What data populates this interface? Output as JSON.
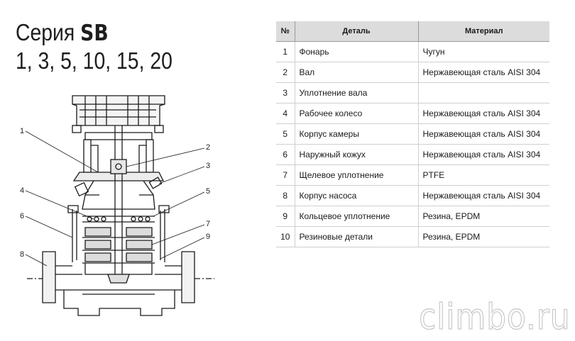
{
  "heading": {
    "series_word": "Серия",
    "series_code": "SB",
    "models": "1, 3, 5, 10, 15, 20"
  },
  "table": {
    "headers": [
      "№",
      "Деталь",
      "Материал"
    ],
    "rows": [
      {
        "num": "1",
        "part": "Фонарь",
        "material": "Чугун"
      },
      {
        "num": "2",
        "part": "Вал",
        "material": "Нержавеющая сталь AISI 304"
      },
      {
        "num": "3",
        "part": "Уплотнение вала",
        "material": ""
      },
      {
        "num": "4",
        "part": "Рабочее колесо",
        "material": "Нержавеющая сталь AISI 304"
      },
      {
        "num": "5",
        "part": "Корпус камеры",
        "material": "Нержавеющая сталь AISI 304"
      },
      {
        "num": "6",
        "part": "Наружный кожух",
        "material": "Нержавеющая сталь AISI 304"
      },
      {
        "num": "7",
        "part": "Щелевое уплотнение",
        "material": "PTFE"
      },
      {
        "num": "8",
        "part": "Корпус насоса",
        "material": "Нержавеющая сталь AISI 304"
      },
      {
        "num": "9",
        "part": "Кольцевое уплотнение",
        "material": "Резина, EPDM"
      },
      {
        "num": "10",
        "part": "Резиновые детали",
        "material": "Резина, EPDM"
      }
    ]
  },
  "callouts": [
    "1",
    "2",
    "3",
    "4",
    "5",
    "6",
    "7",
    "8",
    "9"
  ],
  "watermark": "climbo.ru"
}
